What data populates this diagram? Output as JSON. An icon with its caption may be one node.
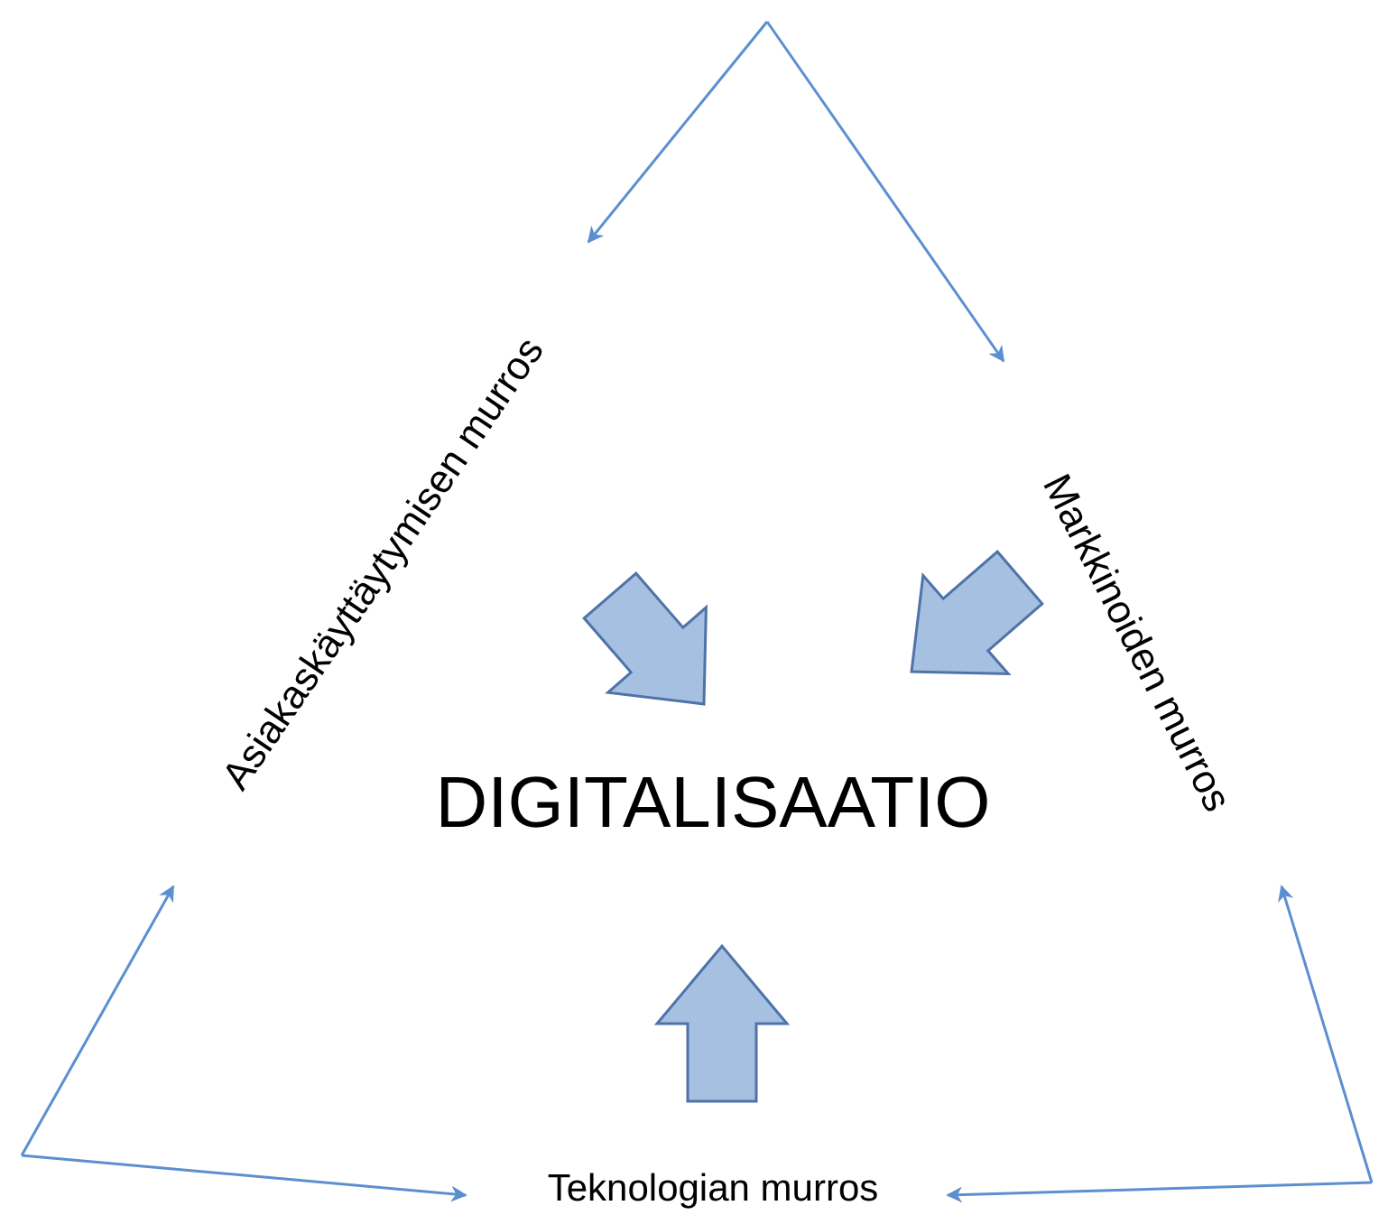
{
  "diagram": {
    "nodes": [
      {
        "text": [
          "Asiakaskäyttäytymisen murros"
        ]
      },
      {
        "text": [
          "Markkinoiden murros"
        ]
      },
      {
        "text": [
          "DIGITALISAATIO"
        ]
      },
      {
        "text": [
          "Teknologian murros"
        ]
      }
    ],
    "edges": [
      {
        "from": null,
        "to": 0,
        "arrow": "to"
      },
      {
        "from": null,
        "to": 1,
        "arrow": "to"
      },
      {
        "from": null,
        "to": 0,
        "arrow": "to"
      },
      {
        "from": null,
        "to": 3,
        "arrow": "to"
      },
      {
        "from": null,
        "to": 3,
        "arrow": "to"
      },
      {
        "from": null,
        "to": 1,
        "arrow": "to"
      },
      {
        "from": 0,
        "to": 2,
        "arrow": "to",
        "style": "thick"
      },
      {
        "from": 1,
        "to": 2,
        "arrow": "to",
        "style": "thick"
      },
      {
        "from": 3,
        "to": 2,
        "arrow": "to",
        "style": "thick"
      }
    ]
  }
}
